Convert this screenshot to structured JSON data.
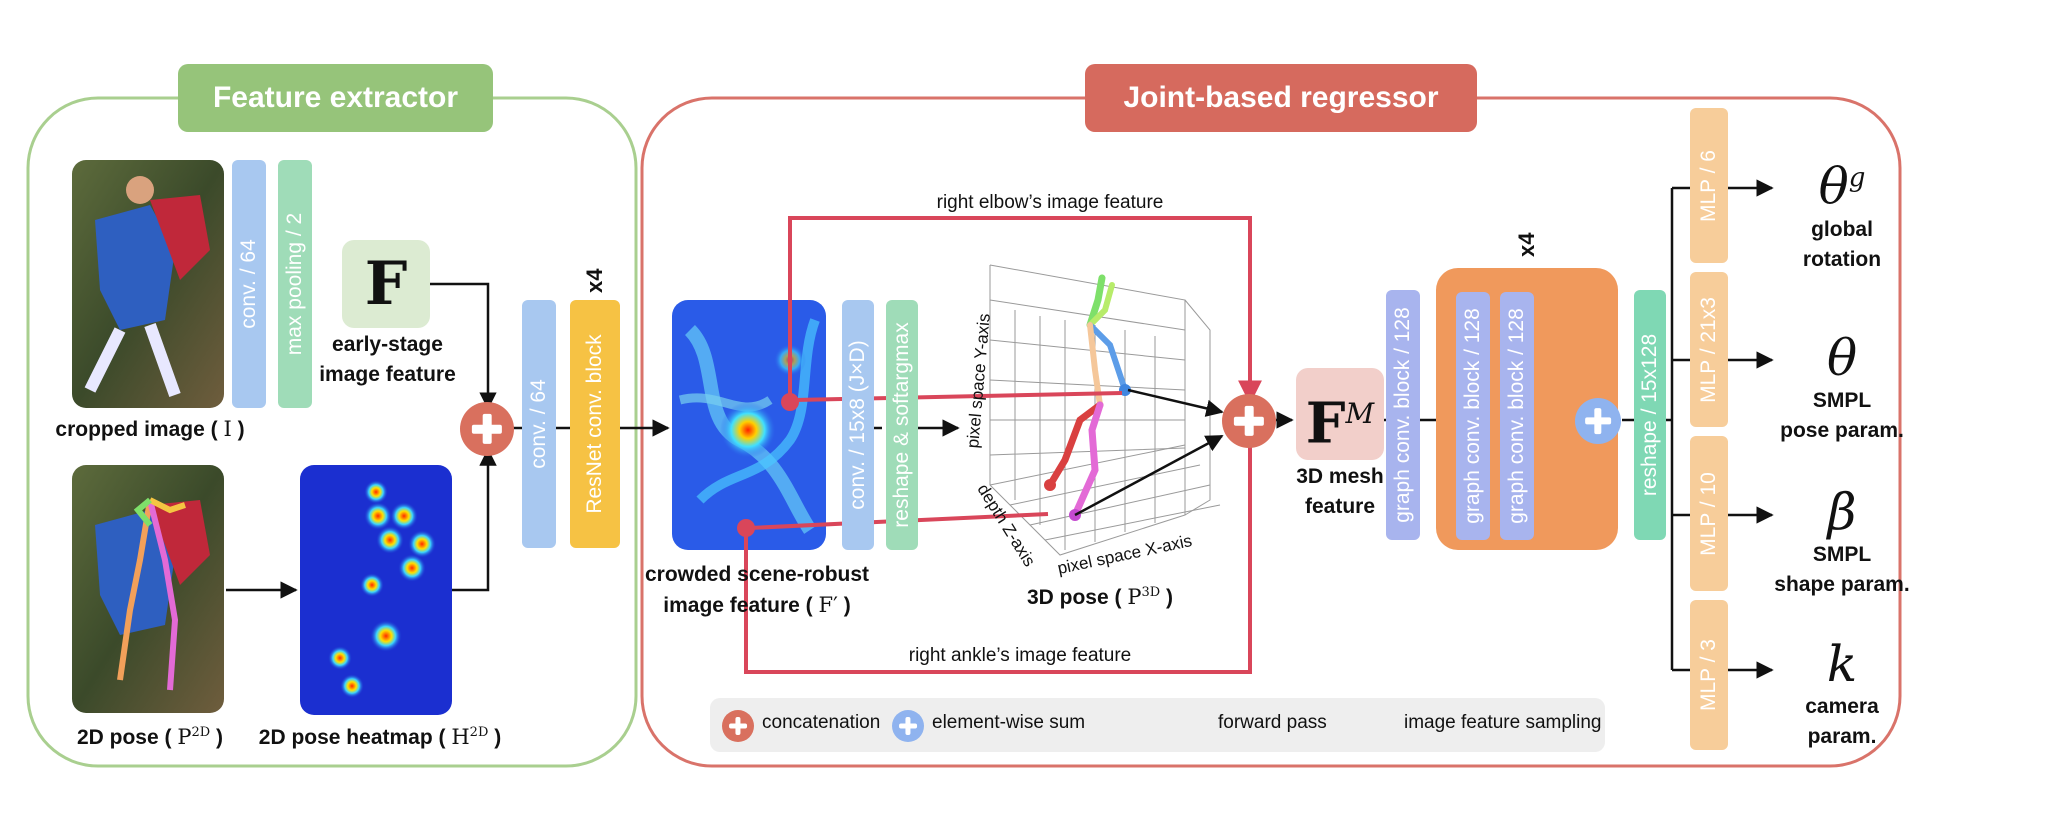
{
  "sections": {
    "feature_extractor": "Feature extractor",
    "joint_regressor": "Joint-based regressor"
  },
  "blocks": {
    "conv64_a": "conv. / 64",
    "maxpool": "max pooling / 2",
    "conv64_b": "conv. / 64",
    "resnet": "ResNet conv. block",
    "resnet_repeat": "x4",
    "conv15x8": "conv. / 15x8 (J×D)",
    "softargmax": "reshape & softargmax",
    "graph_a": "graph conv. block / 128",
    "graph_b": "graph conv. block / 128",
    "graph_c": "graph conv. block / 128",
    "graph_repeat": "x4",
    "reshape": "reshape / 15x128",
    "mlp6": "MLP / 6",
    "mlp21": "MLP / 21x3",
    "mlp10": "MLP / 10",
    "mlp3": "MLP / 3"
  },
  "features": {
    "F_symbol": "F",
    "early_stage_1": "early-stage",
    "early_stage_2": "image feature",
    "FM_symbol": "F",
    "FM_sup": "M",
    "mesh_1": "3D mesh",
    "mesh_2": "feature"
  },
  "labels": {
    "cropped_image": "cropped image (",
    "cropped_sym": "I",
    "pose2d": "2D pose (",
    "pose2d_sym": "P",
    "pose2d_sup": "2D",
    "heatmap": "2D pose heatmap (",
    "heatmap_sym": "H",
    "heatmap_sup": "2D",
    "crowded_1": "crowded scene-robust",
    "crowded_2": "image feature (",
    "crowded_sym": "F′",
    "pose3d": "3D pose (",
    "pose3d_sym": "P",
    "pose3d_sup": "3D",
    "close": ")",
    "elbow_feature": "right elbow’s image feature",
    "ankle_feature": "right ankle’s image feature",
    "axis_y": "pixel space Y-axis",
    "axis_x": "pixel space X-axis",
    "axis_z": "depth Z-axis"
  },
  "outputs": [
    {
      "symbol": "θ",
      "sup": "g",
      "line1": "global",
      "line2": "rotation"
    },
    {
      "symbol": "θ",
      "sup": "",
      "line1": "SMPL",
      "line2": "pose param."
    },
    {
      "symbol": "β",
      "sup": "",
      "line1": "SMPL",
      "line2": "shape param."
    },
    {
      "symbol": "k",
      "sup": "",
      "line1": "camera",
      "line2": "param."
    }
  ],
  "legend": {
    "concat": "concatenation",
    "sum": "element-wise sum",
    "forward": "forward pass",
    "sampling": "image feature sampling"
  },
  "colors": {
    "green_border": "#a9cf8f",
    "green_title": "#96c47a",
    "red_border": "#d9736a",
    "red_title": "#d66a5e",
    "conv_blue": "#a8c8f0",
    "pool_green": "#9fdcb8",
    "resnet_yellow": "#f6c244",
    "graph_purple": "#a8b4ee",
    "reshape_teal": "#7fd8b4",
    "mlp_peach": "#f7cd9a",
    "orange_box": "#f0995c",
    "concat_red": "#d9705e",
    "sum_blue": "#8fb3ef",
    "sampling_line": "#d9465a",
    "F_box": "#dcebd2",
    "FM_box": "#f2cfca"
  }
}
